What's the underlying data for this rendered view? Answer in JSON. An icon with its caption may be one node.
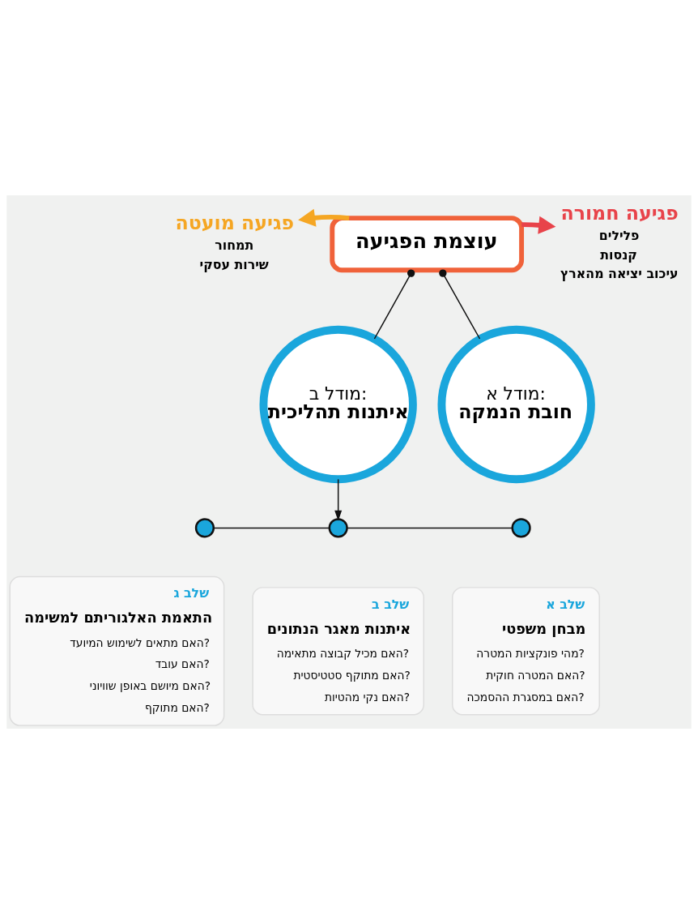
{
  "diagram": {
    "nodes": [
      {
        "text": [
          "עוצמת הפגיעה"
        ]
      },
      {
        "text": [
          "פגיעה מועטה"
        ],
        "beside": [
          "תמחור",
          "שירות עסקי"
        ]
      },
      {
        "text": [
          "פגיעה חמורה"
        ],
        "beside": [
          "פלילים",
          "קנסות",
          "עיכוב יציאה מהארץ"
        ]
      },
      {
        "text": [
          "מודל א:",
          "חובת הנמקה"
        ]
      },
      {
        "text": [
          "מודל ב:",
          "איתנות תהליכית"
        ]
      },
      {
        "text": [],
        "shape": "circle"
      },
      {
        "text": [],
        "shape": "circle"
      },
      {
        "text": [],
        "shape": "circle"
      },
      {
        "text": [
          "שלב א",
          "מבחן משפטי",
          "מהי פונקציות המטרה?",
          "האם המטרה חוקית?",
          "האם במסגרת ההסמכה?"
        ]
      },
      {
        "text": [
          "שלב ב",
          "איתנות מאגר הנתונים",
          "האם מכיל קבוצה מתאימה?",
          "האם מתוקף סטטיסטית?",
          "האם נקי מהטיות?"
        ]
      },
      {
        "text": [
          "שלב ג",
          "התאמת האלגוריתם למשימה",
          "האם מתאים לשימוש המיועד?",
          "האם עובד?",
          "האם מיושם באופן שוויוני?",
          "האם מתוקף?"
        ]
      }
    ],
    "edges": [
      {
        "from": 0,
        "to": 1,
        "arrow": "to",
        "style": "thick",
        "color": "#f5a623"
      },
      {
        "from": 0,
        "to": 2,
        "arrow": "to",
        "style": "thick",
        "color": "#e8434a"
      },
      {
        "from": 0,
        "to": 4,
        "arrow": "other"
      },
      {
        "from": 0,
        "to": 3,
        "arrow": "other"
      },
      {
        "from": 4,
        "to": 6,
        "arrow": "to"
      },
      {
        "from": 5,
        "to": 6,
        "arrow": "none"
      },
      {
        "from": 6,
        "to": 7,
        "arrow": "none"
      }
    ]
  }
}
